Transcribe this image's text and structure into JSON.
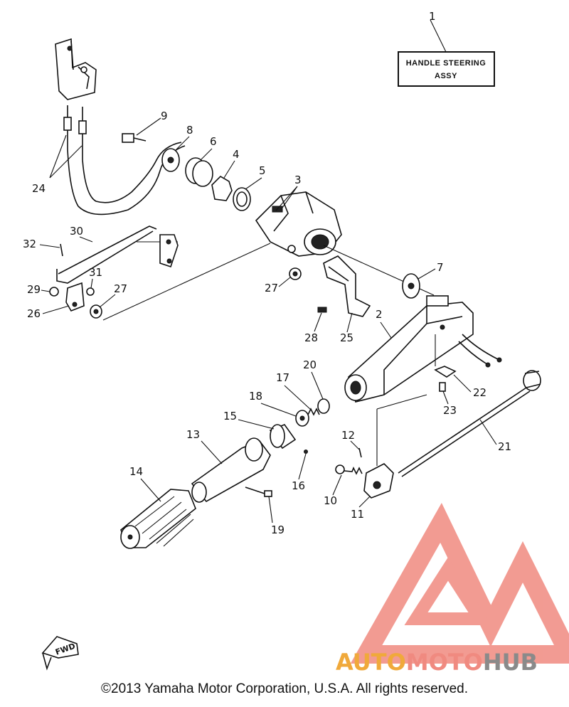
{
  "label_box": {
    "line1": "HANDLE STEERING",
    "line2": "ASSY"
  },
  "fwd_marker": "FWD",
  "watermark": {
    "part_a": "AUTO",
    "part_b": "MOTO",
    "part_c": "HUB",
    "colors": {
      "auto": "#f0a93b",
      "moto": "#f08a80",
      "hub": "#8a8a8a",
      "logo": "#f08a80"
    }
  },
  "callouts": [
    "1",
    "2",
    "3",
    "4",
    "5",
    "6",
    "7",
    "8",
    "9",
    "10",
    "11",
    "12",
    "13",
    "14",
    "15",
    "16",
    "17",
    "18",
    "19",
    "20",
    "21",
    "22",
    "23",
    "24",
    "25",
    "26",
    "27",
    "27",
    "28",
    "29",
    "30",
    "31",
    "32"
  ],
  "copyright": "©2013 Yamaha Motor Corporation, U.S.A. All rights reserved."
}
